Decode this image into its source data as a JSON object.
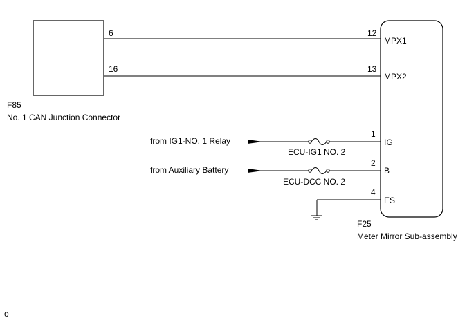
{
  "connector_f85": {
    "code": "F85",
    "name": "No. 1 CAN Junction Connector",
    "pins": [
      "6",
      "16"
    ]
  },
  "component_f25": {
    "code": "F25",
    "name": "Meter Mirror Sub-assembly",
    "pins": [
      {
        "number": "12",
        "label": "MPX1"
      },
      {
        "number": "13",
        "label": "MPX2"
      },
      {
        "number": "1",
        "label": "IG"
      },
      {
        "number": "2",
        "label": "B"
      },
      {
        "number": "4",
        "label": "ES"
      }
    ]
  },
  "sources": [
    {
      "label": "from IG1-NO. 1 Relay",
      "fuse": "ECU-IG1 NO. 2"
    },
    {
      "label": "from Auxiliary Battery",
      "fuse": "ECU-DCC NO. 2"
    }
  ],
  "footer_mark": "o"
}
